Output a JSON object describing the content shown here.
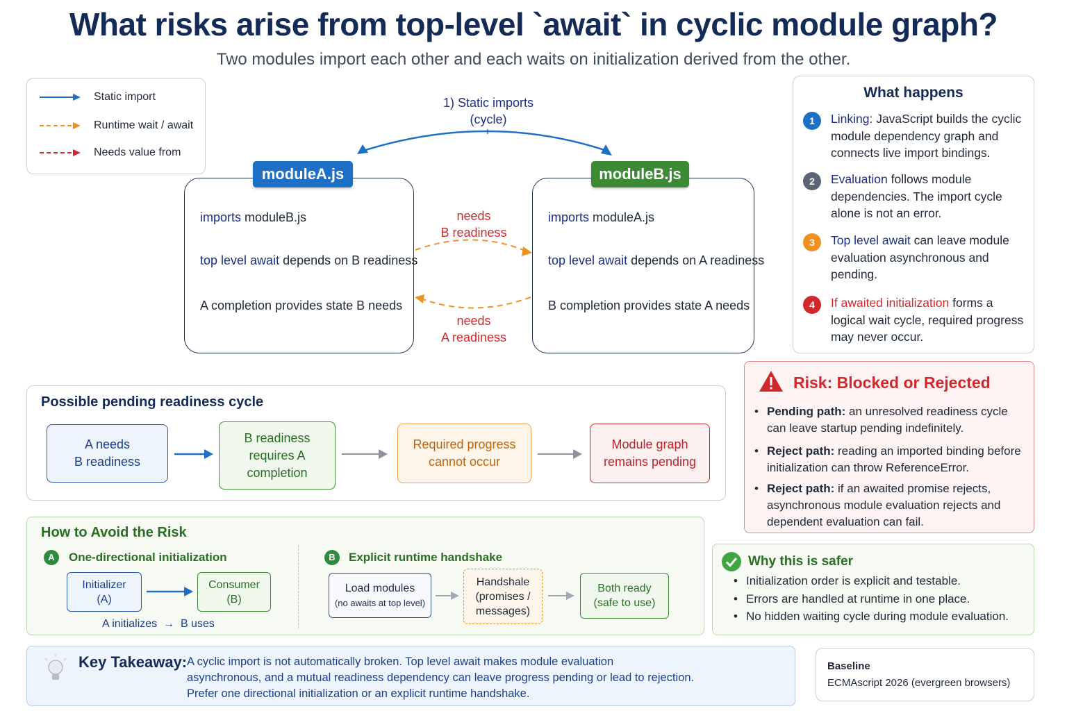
{
  "title": "What risks arise from top-level `await` in cyclic module graph?",
  "subtitle": "Two modules import each other and each waits on initialization derived from the other.",
  "legend": {
    "static_import": "Static import",
    "runtime_wait": "Runtime wait / await",
    "needs_value": "Needs value from"
  },
  "static_imports_label": [
    "1) Static imports",
    "(cycle)"
  ],
  "module_a": {
    "name": "moduleA.js",
    "line1_kw": "imports",
    "line1_rest": " moduleB.js",
    "line2_kw": "top level await",
    "line2_rest": " depends on B readiness",
    "line3": "A completion provides state B needs"
  },
  "module_b": {
    "name": "moduleB.js",
    "line1_kw": "imports",
    "line1_rest": " moduleA.js",
    "line2_kw": "top level await",
    "line2_rest": " depends on A readiness",
    "line3": "B completion provides state A needs"
  },
  "needs_b": [
    "needs",
    "B readiness"
  ],
  "needs_a": [
    "needs",
    "A readiness"
  ],
  "what_happens": {
    "title": "What happens",
    "items": [
      {
        "num": "1",
        "kw": "Linking:",
        "rest": " JavaScript builds the cyclic module dependency graph and connects live import bindings."
      },
      {
        "num": "2",
        "kw": "Evaluation",
        "rest": " follows module dependencies. The import cycle alone is not an error."
      },
      {
        "num": "3",
        "kw": "Top level await",
        "rest": " can leave module evaluation asynchronous and pending."
      },
      {
        "num": "4",
        "kw": "If awaited initialization",
        "rest": " forms a logical wait cycle, required progress may never occur."
      }
    ]
  },
  "cycle": {
    "title": "Possible pending readiness cycle",
    "boxes": [
      [
        "A needs",
        "B readiness"
      ],
      [
        "B readiness",
        "requires A",
        "completion"
      ],
      [
        "Required progress",
        "cannot occur"
      ],
      [
        "Module graph",
        "remains pending"
      ]
    ]
  },
  "risk": {
    "title": "Risk: Blocked or Rejected",
    "items": [
      {
        "kw": "Pending path:",
        "rest": " an unresolved readiness cycle can leave startup pending indefinitely."
      },
      {
        "kw": "Reject path:",
        "rest": " reading an imported binding before initialization can throw ReferenceError."
      },
      {
        "kw": "Reject path:",
        "rest": " if an awaited promise rejects, asynchronous module evaluation rejects and dependent evaluation can fail."
      }
    ]
  },
  "avoid": {
    "title": "How to Avoid the Risk",
    "a": {
      "badge": "A",
      "label": "One-directional initialization",
      "initializer": [
        "Initializer",
        "(A)"
      ],
      "consumer": [
        "Consumer",
        "(B)"
      ],
      "caption_left": "A initializes",
      "caption_arrow": "→",
      "caption_right": "B uses"
    },
    "b": {
      "badge": "B",
      "label": "Explicit runtime handshake",
      "load": [
        "Load modules",
        "(no awaits at top level)"
      ],
      "handshake": [
        "Handshale",
        "(promises /",
        "messages)"
      ],
      "ready": [
        "Both ready",
        "(safe to use)"
      ]
    }
  },
  "safer": {
    "title": "Why this is safer",
    "items": [
      "Initialization order is explicit and testable.",
      "Errors are handled at runtime in one place.",
      "No hidden waiting cycle during module evaluation."
    ]
  },
  "takeaway": {
    "label": "Key Takeaway:",
    "lines": [
      "A cyclic import is not automatically broken. Top level await makes module evaluation",
      "asynchronous, and a mutual readiness dependency can leave progress pending or lead to rejection.",
      "Prefer one directional initialization or an explicit runtime handshake."
    ]
  },
  "baseline": {
    "label": "Baseline",
    "value": "ECMAscript 2026 (evergreen browsers)"
  },
  "colors": {
    "navy": "#142a57",
    "blue": "#1e6fc6",
    "green": "#3c8a33",
    "orange": "#f0901e",
    "red": "#d1282e"
  }
}
